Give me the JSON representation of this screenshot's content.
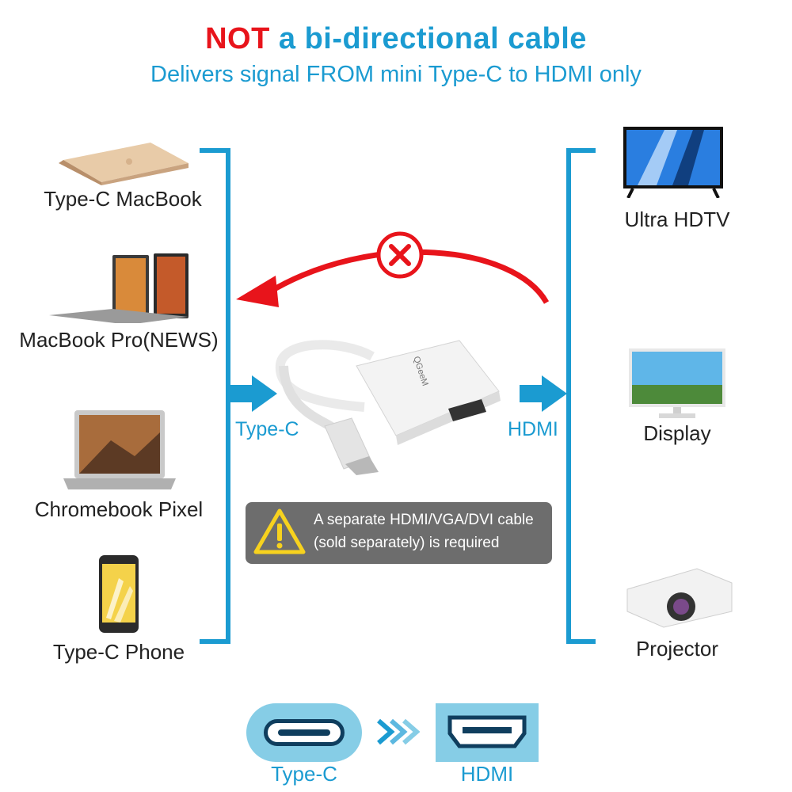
{
  "header": {
    "title_neg": "NOT",
    "title_rest": " a bi-directional cable",
    "subtitle": "Delivers signal FROM mini Type-C to HDMI only"
  },
  "sources": [
    {
      "label": "Type-C MacBook",
      "icon": "laptop-gold-icon"
    },
    {
      "label": "MacBook Pro(NEWS)",
      "icon": "laptop-pro-icon"
    },
    {
      "label": "Chromebook Pixel",
      "icon": "chromebook-icon"
    },
    {
      "label": "Type-C Phone",
      "icon": "phone-icon"
    }
  ],
  "targets": [
    {
      "label": "Ultra HDTV",
      "icon": "tv-icon"
    },
    {
      "label": "Display",
      "icon": "monitor-icon"
    },
    {
      "label": "Projector",
      "icon": "projector-icon"
    }
  ],
  "adapter": {
    "input_label": "Type-C",
    "output_label": "HDMI",
    "brand": "QGeeM"
  },
  "warning": {
    "line1": "A separate HDMI/VGA/DVI cable",
    "line2": "(sold separately) is required"
  },
  "bottom": {
    "left_label": "Type-C",
    "right_label": "HDMI"
  },
  "colors": {
    "accent_blue": "#1b9bd1",
    "no_red": "#e8141b",
    "warning_gray": "#6d6d6d",
    "warning_yellow": "#f7d21e",
    "port_box": "#86cde6"
  }
}
